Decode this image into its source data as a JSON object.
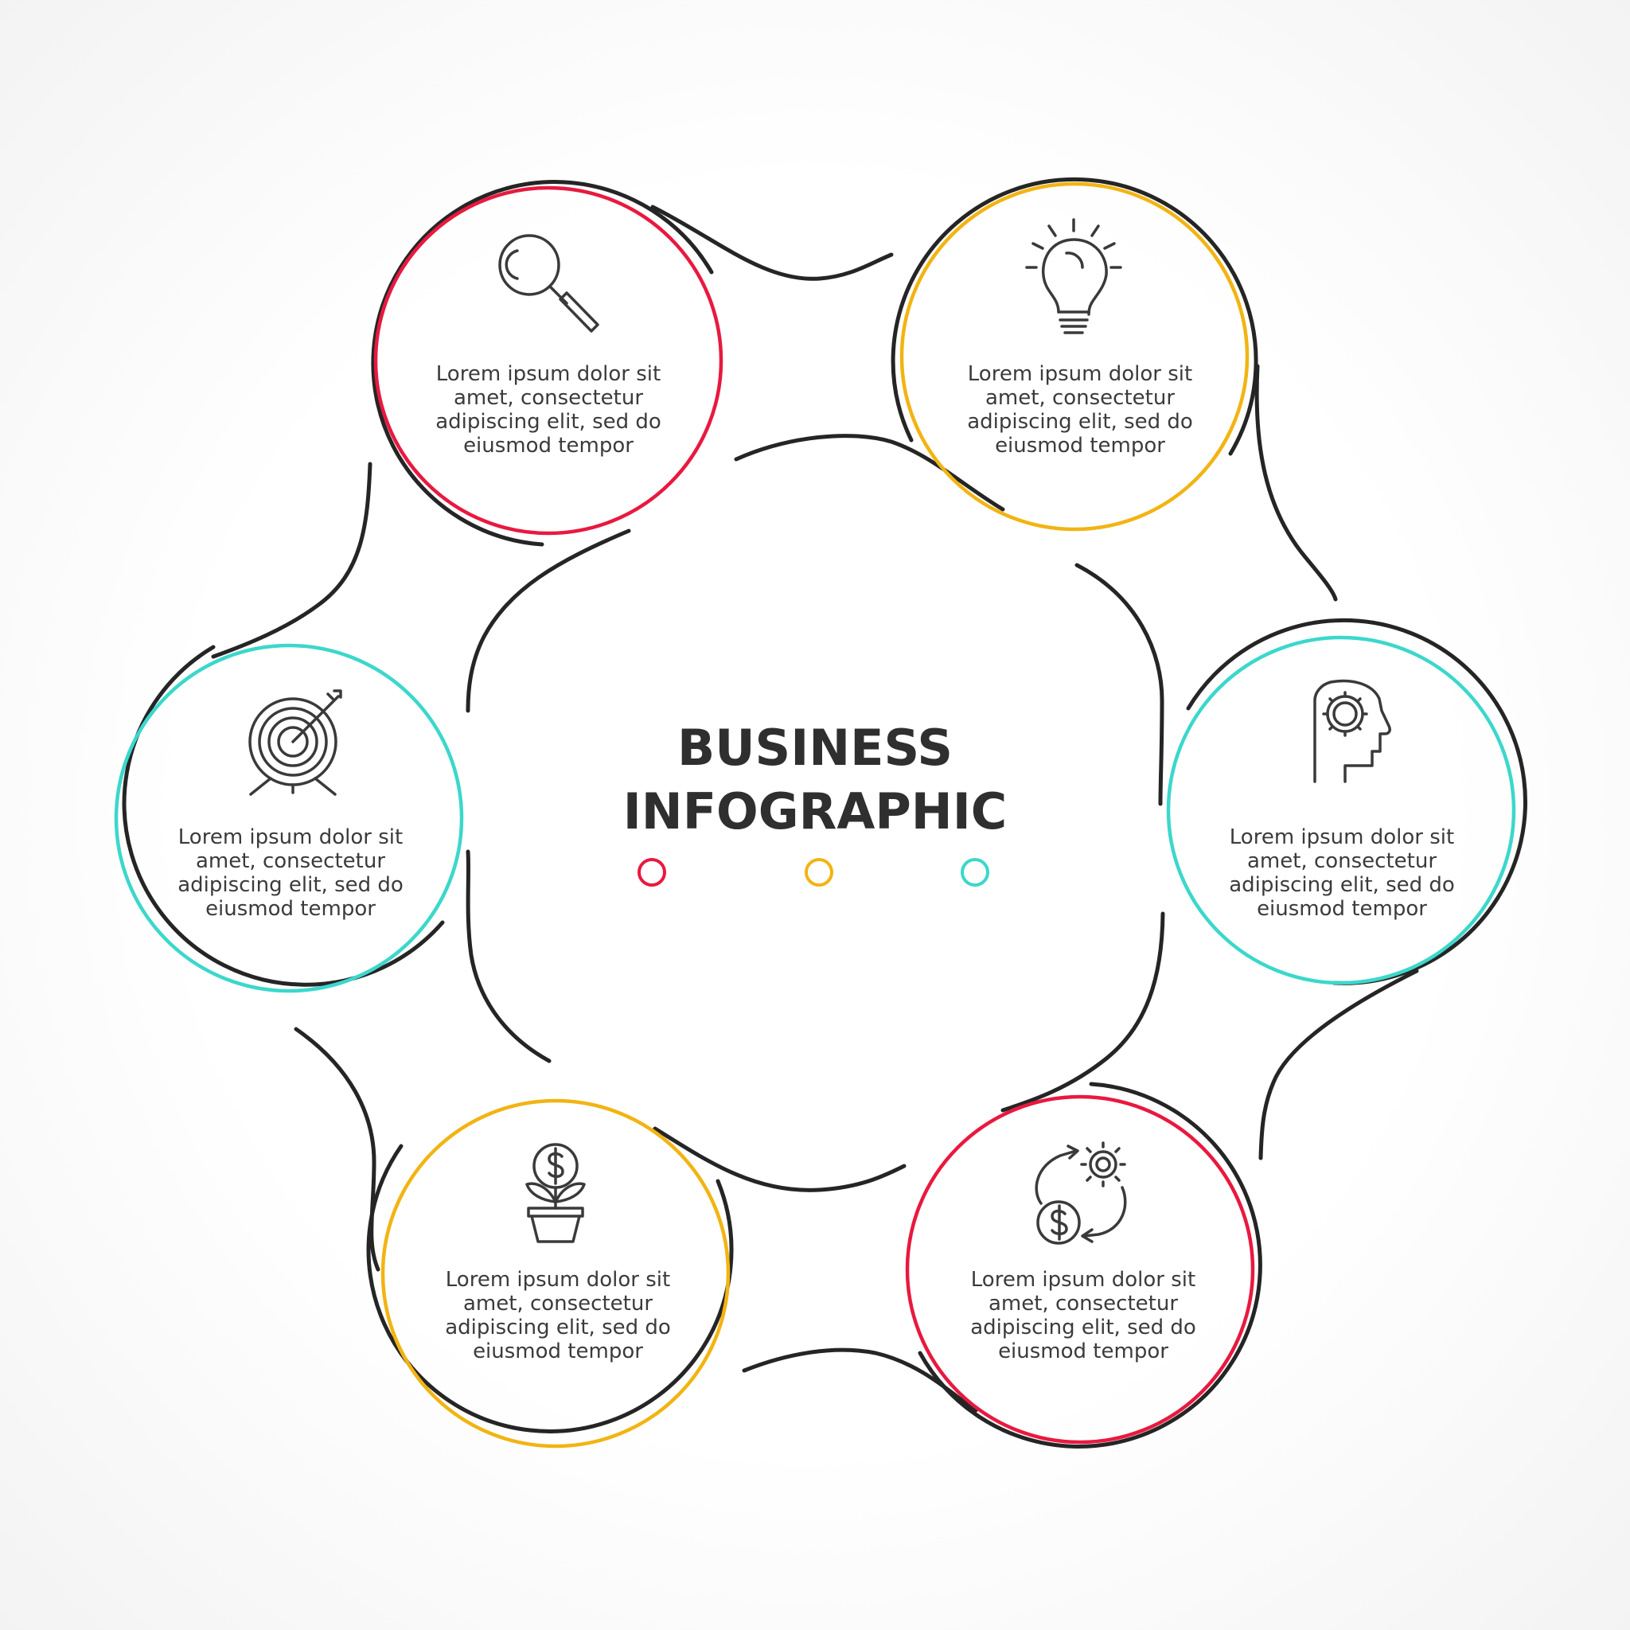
{
  "title": {
    "line1": "BUSINESS",
    "line2": "INFOGRAPHIC"
  },
  "colors": {
    "red": "#e8193f",
    "yellow": "#f2b413",
    "teal": "#3cd7cc",
    "outline": "#252525",
    "icon": "#3a3a3a",
    "text": "#3b3b3b"
  },
  "center_dots": [
    "red",
    "yellow",
    "teal"
  ],
  "steps": [
    {
      "id": "search",
      "icon": "magnifier-icon",
      "color": "red",
      "text": [
        "Lorem ipsum dolor sit",
        "amet, consectetur",
        "adipiscing elit, sed do",
        "eiusmod tempor"
      ]
    },
    {
      "id": "idea",
      "icon": "lightbulb-icon",
      "color": "yellow",
      "text": [
        "Lorem ipsum dolor sit",
        "amet, consectetur",
        "adipiscing elit, sed do",
        "eiusmod tempor"
      ]
    },
    {
      "id": "thinking",
      "icon": "head-gear-icon",
      "color": "teal",
      "text": [
        "Lorem ipsum dolor sit",
        "amet, consectetur",
        "adipiscing elit, sed do",
        "eiusmod tempor"
      ]
    },
    {
      "id": "exchange",
      "icon": "money-gear-cycle-icon",
      "color": "red",
      "text": [
        "Lorem ipsum dolor sit",
        "amet, consectetur",
        "adipiscing elit, sed do",
        "eiusmod tempor"
      ]
    },
    {
      "id": "growth",
      "icon": "money-plant-icon",
      "color": "yellow",
      "text": [
        "Lorem ipsum dolor sit",
        "amet, consectetur",
        "adipiscing elit, sed do",
        "eiusmod tempor"
      ]
    },
    {
      "id": "target",
      "icon": "target-arrow-icon",
      "color": "teal",
      "text": [
        "Lorem ipsum dolor sit",
        "amet, consectetur",
        "adipiscing elit, sed do",
        "eiusmod tempor"
      ]
    }
  ]
}
